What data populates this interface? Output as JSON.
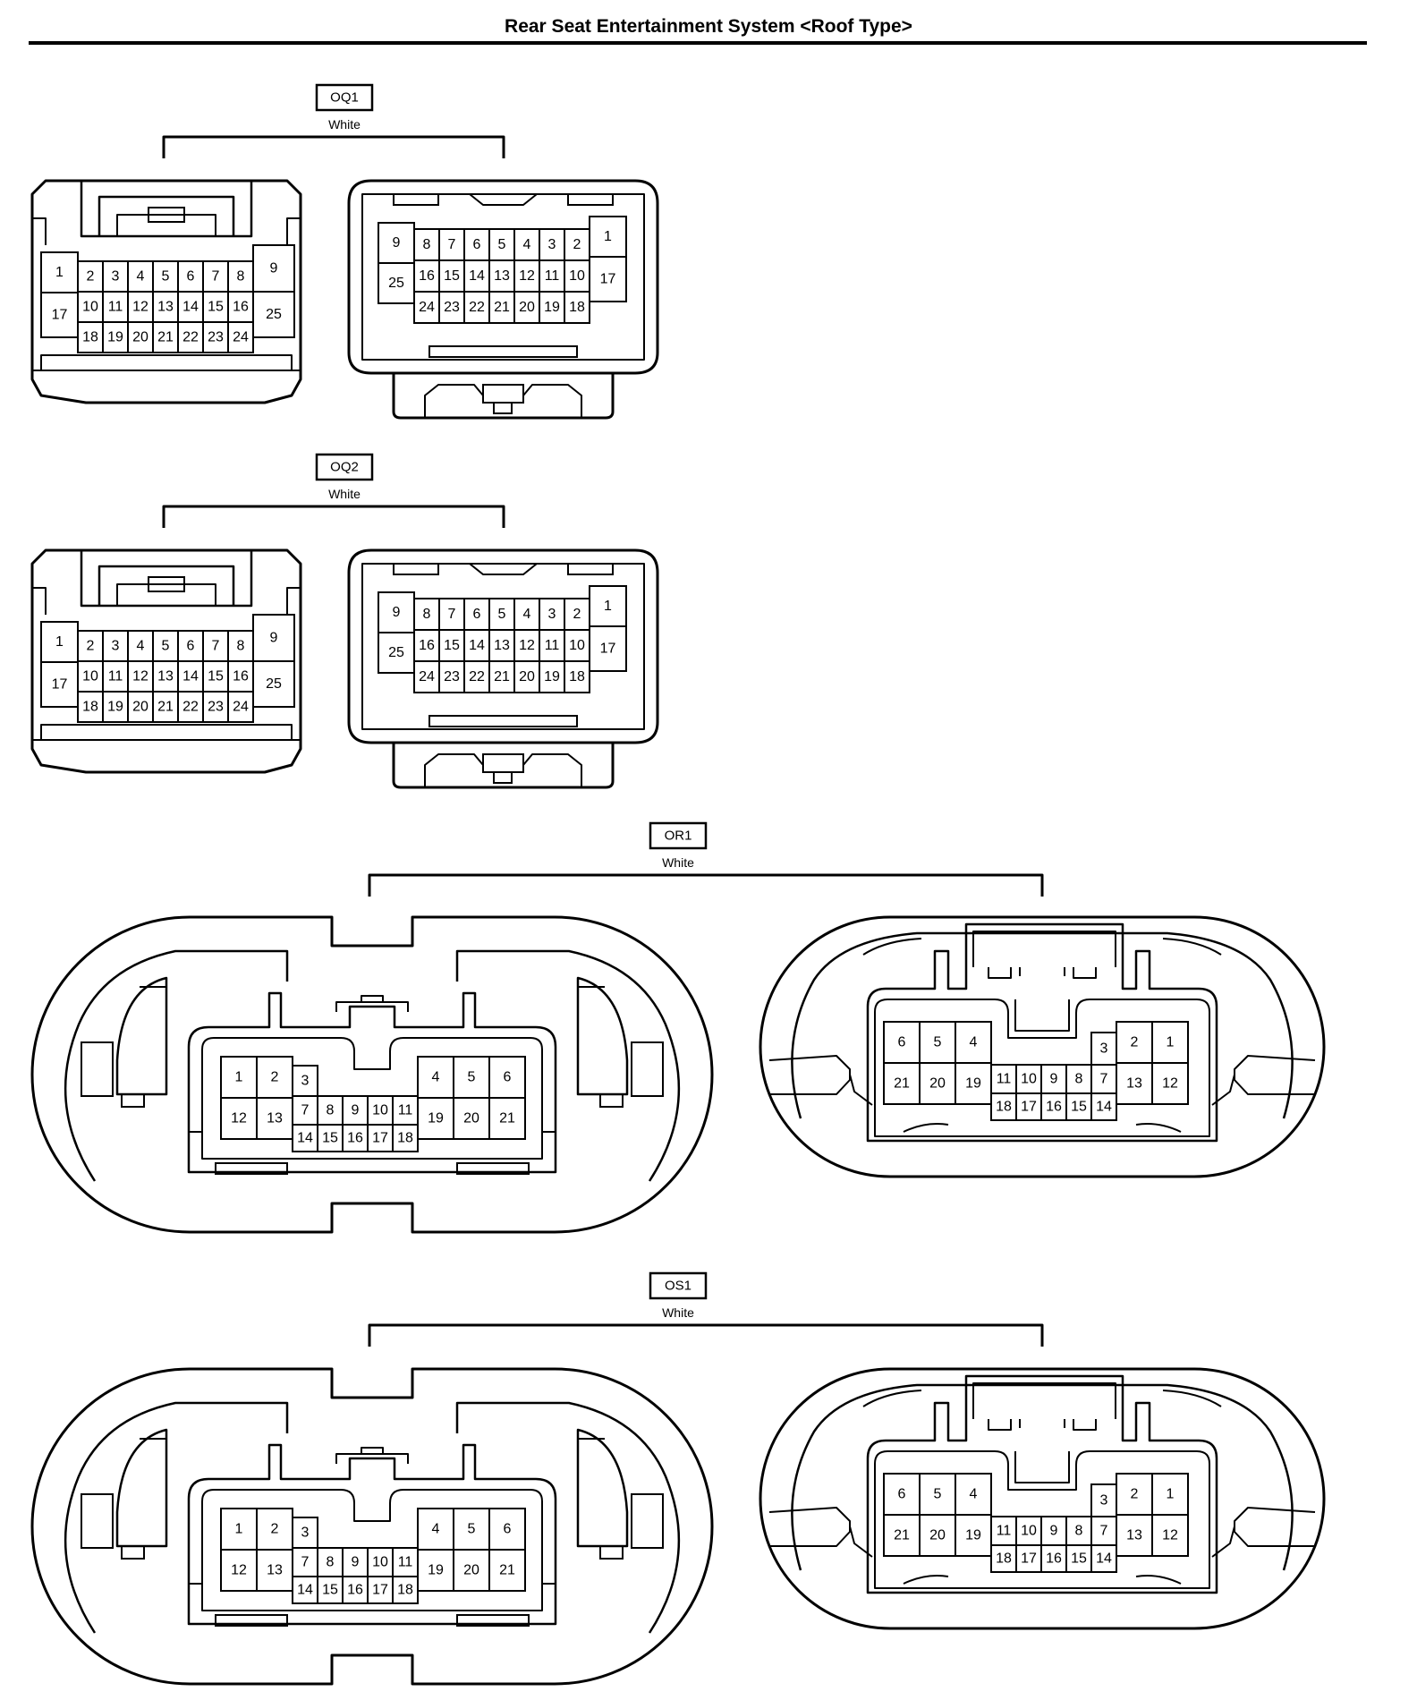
{
  "page": {
    "title": "Rear Seat Entertainment System <Roof Type>"
  },
  "connectors": [
    {
      "code": "OQ1",
      "color": "White",
      "form": "small",
      "left_pins": {
        "side_left": [
          "1",
          "17"
        ],
        "side_right": [
          "9",
          "25"
        ],
        "rows": [
          [
            "2",
            "3",
            "4",
            "5",
            "6",
            "7",
            "8"
          ],
          [
            "10",
            "11",
            "12",
            "13",
            "14",
            "15",
            "16"
          ],
          [
            "18",
            "19",
            "20",
            "21",
            "22",
            "23",
            "24"
          ]
        ]
      },
      "right_pins": {
        "side_left": [
          "9",
          "25"
        ],
        "side_right": [
          "1",
          "17"
        ],
        "rows": [
          [
            "8",
            "7",
            "6",
            "5",
            "4",
            "3",
            "2"
          ],
          [
            "16",
            "15",
            "14",
            "13",
            "12",
            "11",
            "10"
          ],
          [
            "24",
            "23",
            "22",
            "21",
            "20",
            "19",
            "18"
          ]
        ]
      }
    },
    {
      "code": "OQ2",
      "color": "White",
      "form": "small",
      "left_pins": {
        "side_left": [
          "1",
          "17"
        ],
        "side_right": [
          "9",
          "25"
        ],
        "rows": [
          [
            "2",
            "3",
            "4",
            "5",
            "6",
            "7",
            "8"
          ],
          [
            "10",
            "11",
            "12",
            "13",
            "14",
            "15",
            "16"
          ],
          [
            "18",
            "19",
            "20",
            "21",
            "22",
            "23",
            "24"
          ]
        ]
      },
      "right_pins": {
        "side_left": [
          "9",
          "25"
        ],
        "side_right": [
          "1",
          "17"
        ],
        "rows": [
          [
            "8",
            "7",
            "6",
            "5",
            "4",
            "3",
            "2"
          ],
          [
            "16",
            "15",
            "14",
            "13",
            "12",
            "11",
            "10"
          ],
          [
            "24",
            "23",
            "22",
            "21",
            "20",
            "19",
            "18"
          ]
        ]
      }
    },
    {
      "code": "OR1",
      "color": "White",
      "form": "large",
      "left_pins": {
        "left_block": [
          [
            "1",
            "2"
          ],
          [
            "12",
            "13"
          ]
        ],
        "center_block": {
          "top": "3",
          "mid": [
            "7",
            "8",
            "9",
            "10",
            "11"
          ],
          "bottom": [
            "14",
            "15",
            "16",
            "17",
            "18"
          ]
        },
        "right_block": [
          [
            "4",
            "5",
            "6"
          ],
          [
            "19",
            "20",
            "21"
          ]
        ]
      },
      "right_pins": {
        "left_block": [
          [
            "6",
            "5",
            "4"
          ],
          [
            "21",
            "20",
            "19"
          ]
        ],
        "center_block": {
          "top": "3",
          "mid": [
            "11",
            "10",
            "9",
            "8",
            "7"
          ],
          "bottom": [
            "18",
            "17",
            "16",
            "15",
            "14"
          ]
        },
        "right_block": [
          [
            "2",
            "1"
          ],
          [
            "13",
            "12"
          ]
        ]
      }
    },
    {
      "code": "OS1",
      "color": "White",
      "form": "large",
      "left_pins": {
        "left_block": [
          [
            "1",
            "2"
          ],
          [
            "12",
            "13"
          ]
        ],
        "center_block": {
          "top": "3",
          "mid": [
            "7",
            "8",
            "9",
            "10",
            "11"
          ],
          "bottom": [
            "14",
            "15",
            "16",
            "17",
            "18"
          ]
        },
        "right_block": [
          [
            "4",
            "5",
            "6"
          ],
          [
            "19",
            "20",
            "21"
          ]
        ]
      },
      "right_pins": {
        "left_block": [
          [
            "6",
            "5",
            "4"
          ],
          [
            "21",
            "20",
            "19"
          ]
        ],
        "center_block": {
          "top": "3",
          "mid": [
            "11",
            "10",
            "9",
            "8",
            "7"
          ],
          "bottom": [
            "18",
            "17",
            "16",
            "15",
            "14"
          ]
        },
        "right_block": [
          [
            "2",
            "1"
          ],
          [
            "13",
            "12"
          ]
        ]
      }
    }
  ]
}
